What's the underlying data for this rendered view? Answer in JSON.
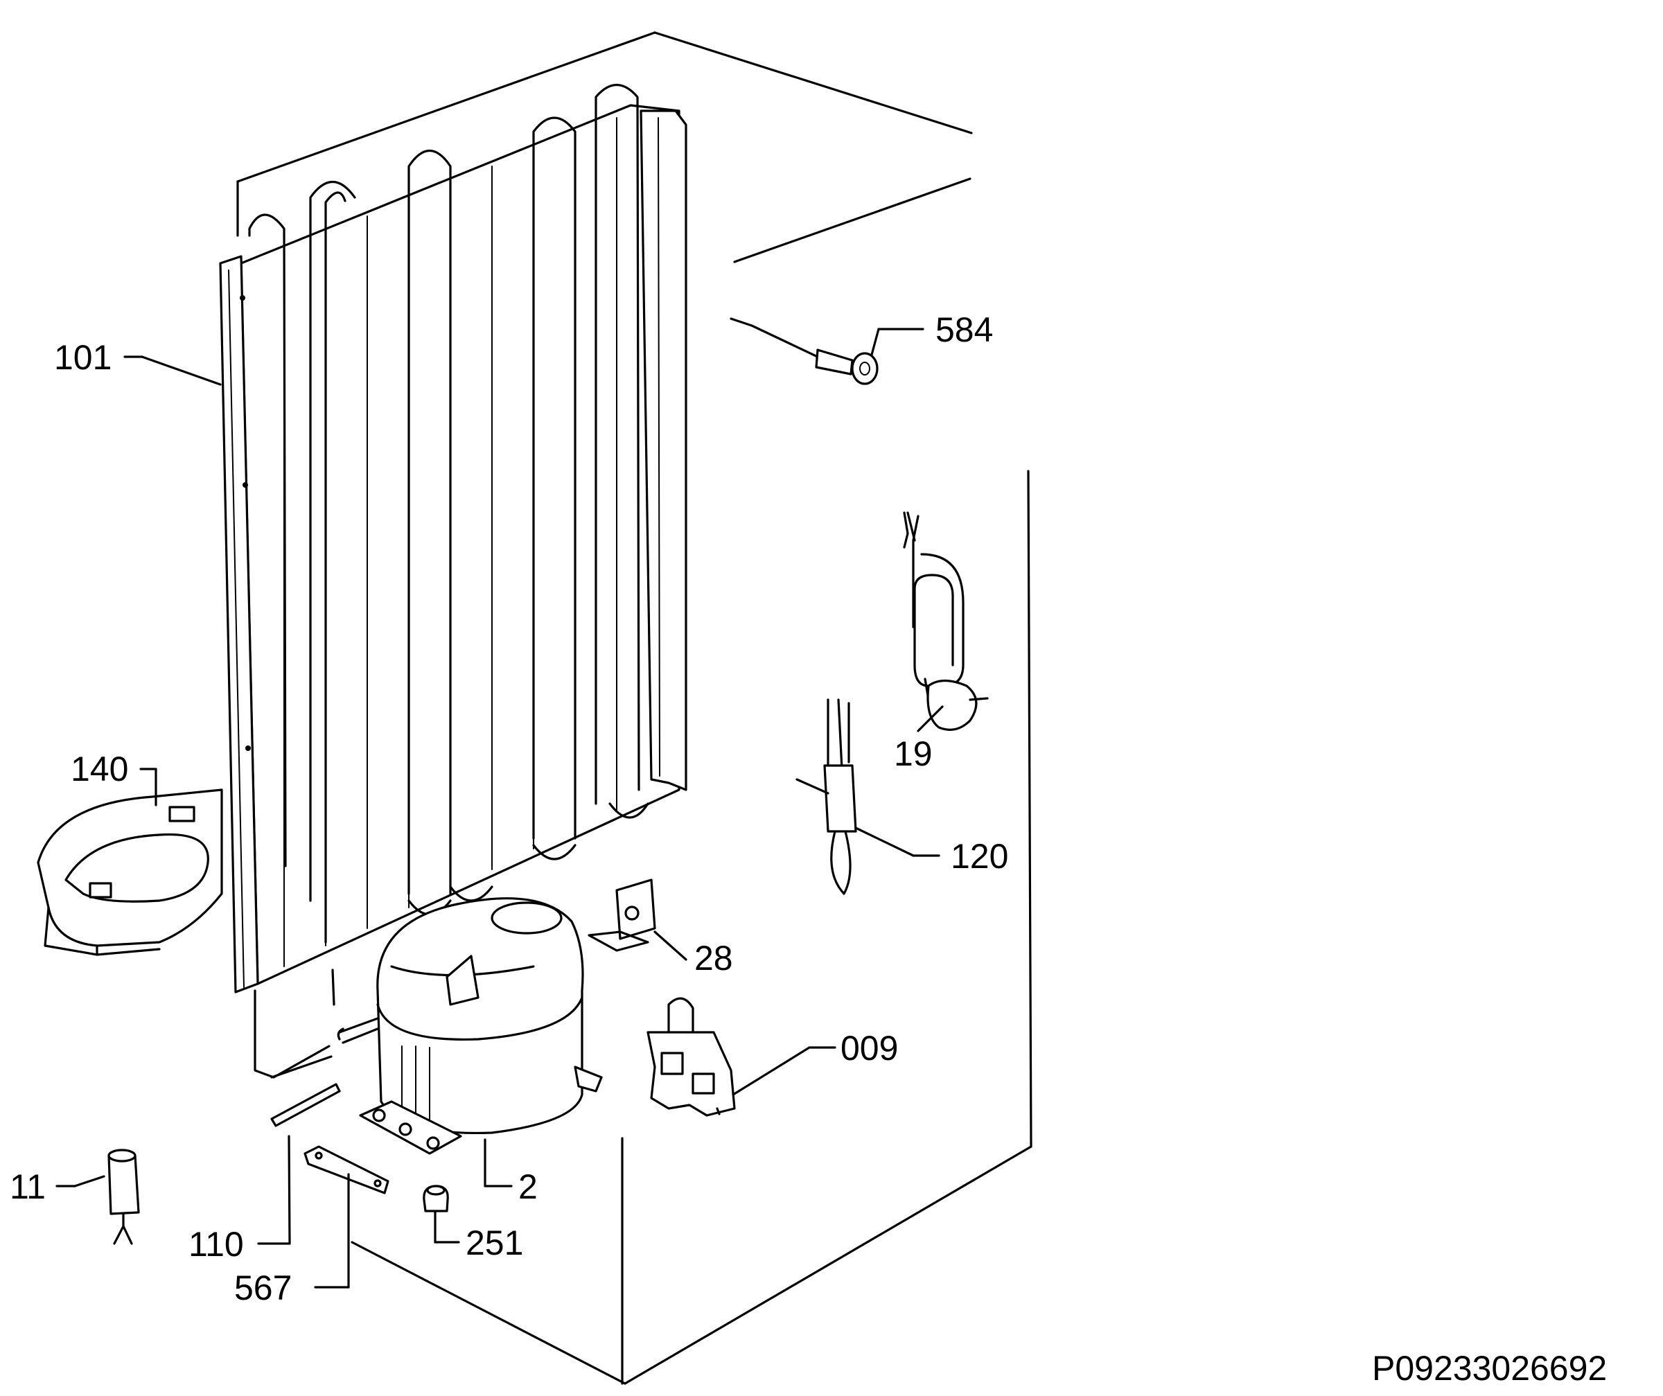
{
  "labels": {
    "p101": "101",
    "p584": "584",
    "p19": "19",
    "p140": "140",
    "p120": "120",
    "p28": "28",
    "p009": "009",
    "p11": "11",
    "p2": "2",
    "p110": "110",
    "p251": "251",
    "p567": "567"
  },
  "drawing_id": "P09233026692"
}
